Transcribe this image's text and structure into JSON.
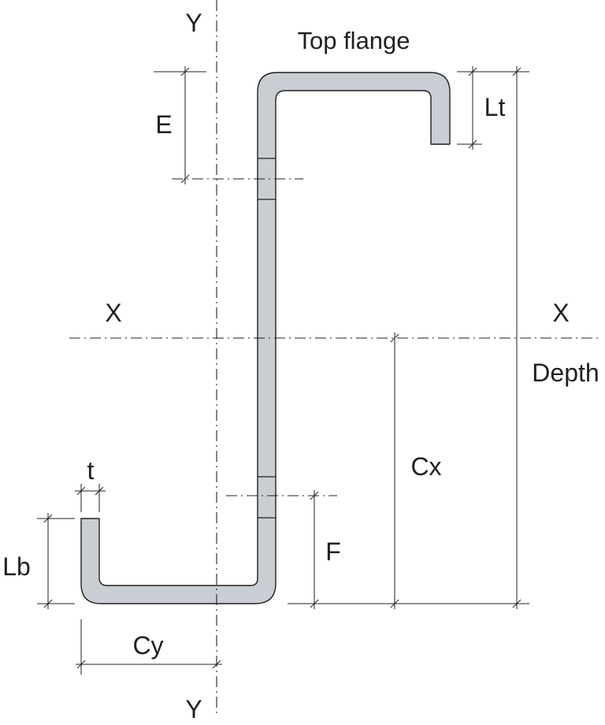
{
  "labels": {
    "axis_y_top": "Y",
    "axis_y_bottom": "Y",
    "axis_x_left": "X",
    "axis_x_right": "X",
    "top_flange": "Top flange",
    "e": "E",
    "f": "F",
    "lt": "Lt",
    "lb": "Lb",
    "t": "t",
    "cx": "Cx",
    "cy": "Cy",
    "depth": "Depth"
  },
  "colors": {
    "section_fill": "#c9ced4",
    "line": "#231f20",
    "background": "#ffffff"
  }
}
